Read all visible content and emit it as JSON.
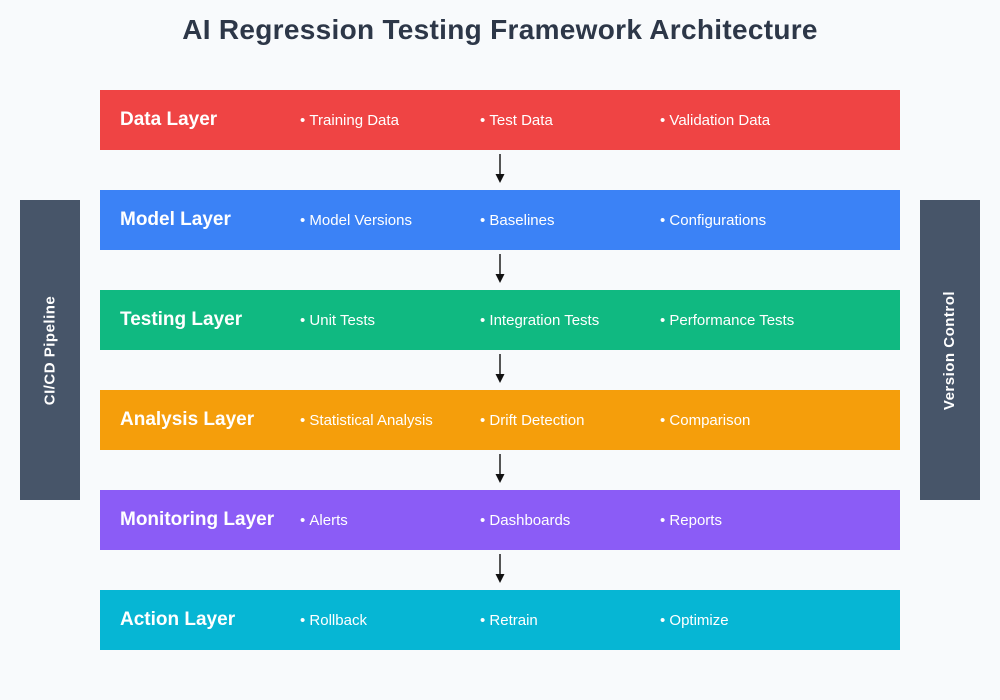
{
  "page": {
    "title": "AI Regression Testing Framework Architecture"
  },
  "layers": [
    {
      "title": "Data Layer",
      "color": "#ef4444",
      "items": [
        "Training Data",
        "Test Data",
        "Validation Data"
      ]
    },
    {
      "title": "Model Layer",
      "color": "#3b82f6",
      "items": [
        "Model Versions",
        "Baselines",
        "Configurations"
      ]
    },
    {
      "title": "Testing Layer",
      "color": "#10b981",
      "items": [
        "Unit Tests",
        "Integration Tests",
        "Performance Tests"
      ]
    },
    {
      "title": "Analysis Layer",
      "color": "#f59e0b",
      "items": [
        "Statistical Analysis",
        "Drift Detection",
        "Comparison"
      ]
    },
    {
      "title": "Monitoring Layer",
      "color": "#8b5cf6",
      "items": [
        "Alerts",
        "Dashboards",
        "Reports"
      ]
    },
    {
      "title": "Action Layer",
      "color": "#06b6d4",
      "items": [
        "Rollback",
        "Retrain",
        "Optimize"
      ]
    }
  ],
  "sidebars": {
    "left": {
      "label": "CI/CD Pipeline",
      "color": "#475569"
    },
    "right": {
      "label": "Version Control",
      "color": "#475569"
    }
  },
  "icons": {
    "flow_arrow": "down-arrow"
  }
}
